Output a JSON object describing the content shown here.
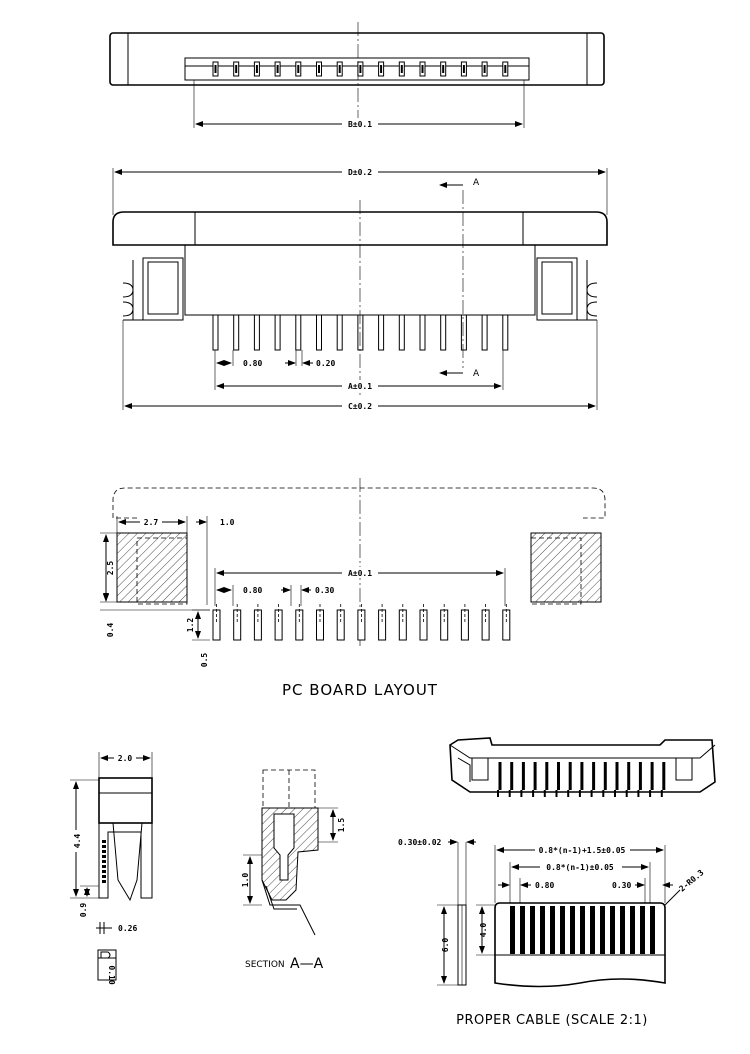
{
  "title": "",
  "views": {
    "top_view": {
      "dimension_b": "B±0.1"
    },
    "front_view": {
      "dimension_d": "D±0.2",
      "dimension_a": "A±0.1",
      "dimension_c": "C±0.2",
      "pitch": "0.80",
      "pin_width": "0.20",
      "section_marker": "A"
    },
    "pcb_layout": {
      "caption": "PC BOARD LAYOUT",
      "dim_2_7": "2.7",
      "dim_1_0": "1.0",
      "dim_2_5": "2.5",
      "dim_0_4": "0.4",
      "dim_1_2": "1.2",
      "dim_0_5": "0.5",
      "pitch": "0.80",
      "pad_width": "0.30",
      "dimension_a": "A±0.1"
    },
    "side_view": {
      "dim_2_0": "2.0",
      "dim_4_4": "4.4",
      "dim_0_9": "0.9",
      "dim_0_26": "0.26",
      "dim_0_10": "0.10"
    },
    "section_view": {
      "dim_1_5": "1.5",
      "dim_1_0": "1.0",
      "label_prefix": "SECTION",
      "label_suffix": "A—A"
    },
    "cable_view": {
      "thickness": "0.30±0.02",
      "overall_width": "0.8*(n-1)+1.5±0.05",
      "pitch_span": "0.8*(n-1)±0.05",
      "pitch": "0.80",
      "conductor_width": "0.30",
      "corner": "2-R0.3",
      "length_total": "6.0",
      "length_exposed": "4.0",
      "caption": "PROPER CABLE (SCALE 2:1)"
    }
  },
  "pin_count": 15
}
